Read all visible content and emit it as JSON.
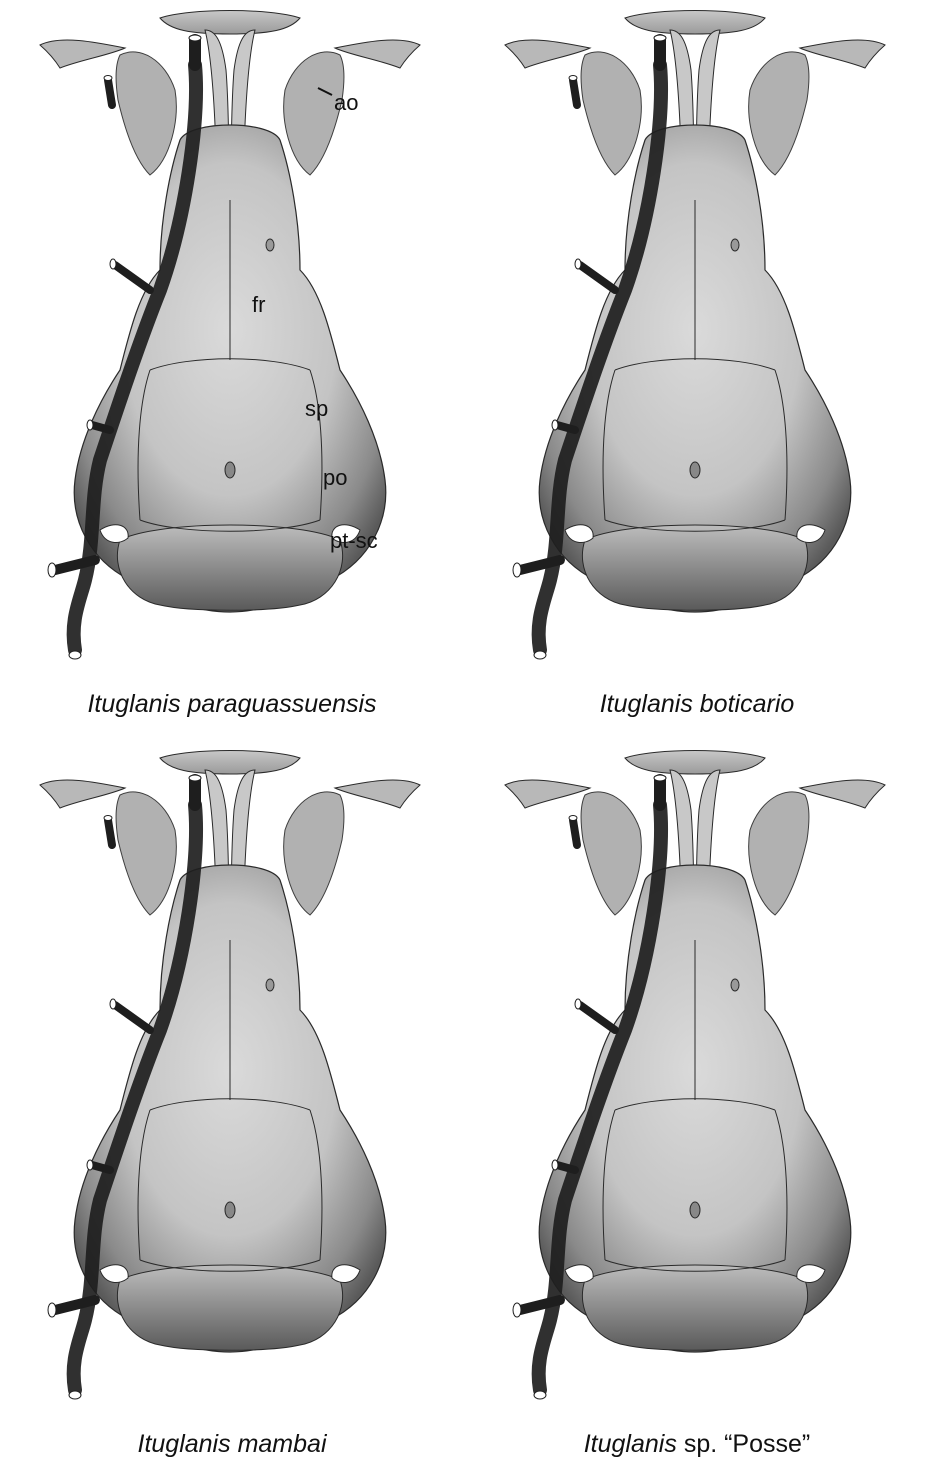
{
  "figure": {
    "panels": [
      {
        "id": "paraguassuensis",
        "caption_genus": "Ituglanis",
        "caption_rest": "paraguassuensis",
        "caption_rest_italic": true,
        "labels": {
          "ao": "ao",
          "fr": "fr",
          "sp": "sp",
          "po": "po",
          "ptsc": "pt-sc"
        }
      },
      {
        "id": "boticario",
        "caption_genus": "Ituglanis",
        "caption_rest": "boticario",
        "caption_rest_italic": true
      },
      {
        "id": "mambai",
        "caption_genus": "Ituglanis",
        "caption_rest": "mambai",
        "caption_rest_italic": true
      },
      {
        "id": "posse",
        "caption_genus": "Ituglanis",
        "caption_rest": "sp. “Posse”",
        "caption_rest_italic": false
      }
    ],
    "colors": {
      "bone_light": "#d2d2d2",
      "bone_mid": "#b4b4b4",
      "bone_dark": "#6e6e6e",
      "canal": "#1e1e1e",
      "outline": "#2a2a2a"
    }
  }
}
